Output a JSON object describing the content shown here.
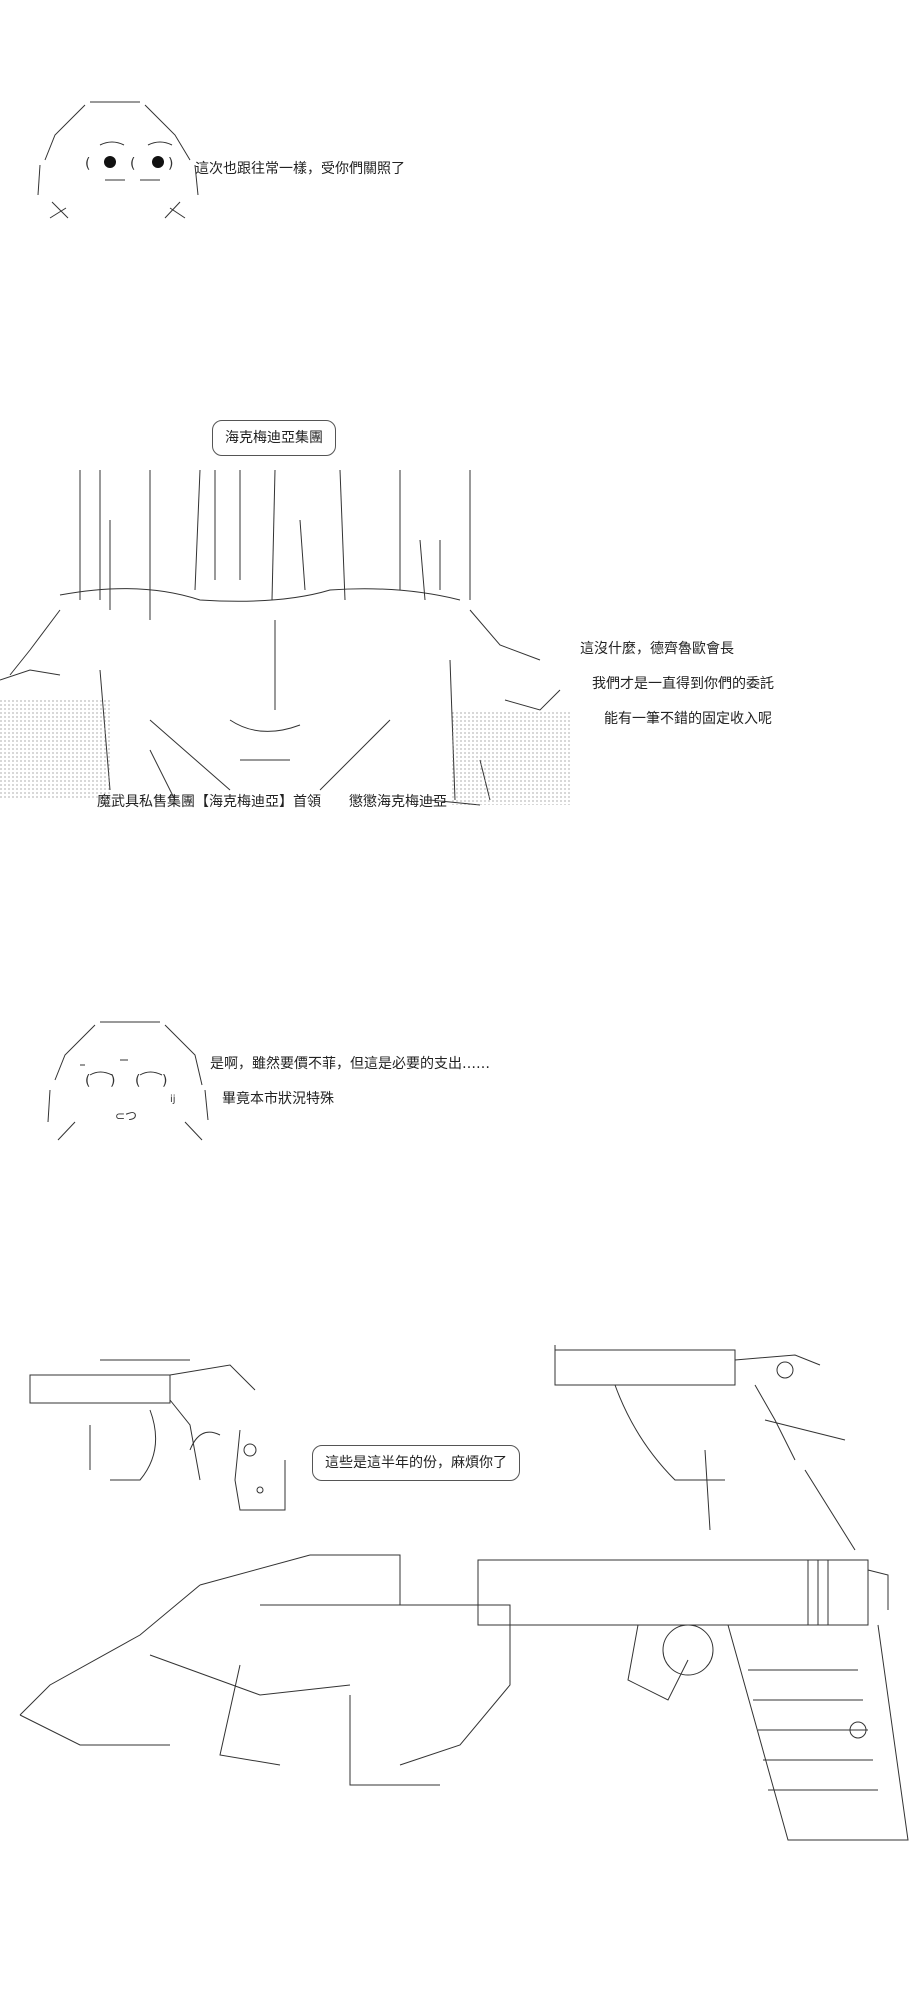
{
  "panel1": {
    "line1": "這次也跟往常一樣，受你們關照了"
  },
  "panel2": {
    "bubble": "海克梅迪亞集團",
    "line1": "這沒什麼，德齊魯歐會長",
    "line2": "我們才是一直得到你們的委託",
    "line3": "能有一筆不錯的固定收入呢",
    "caption": "魔武具私售集團【海克梅迪亞】首領　　懲懲海克梅迪亞"
  },
  "panel3": {
    "line1": "是啊，雖然要價不菲，但這是必要的支出……",
    "line2": "畢竟本市狀況特殊"
  },
  "panel4": {
    "bubble": "這些是這半年的份，麻煩你了"
  }
}
